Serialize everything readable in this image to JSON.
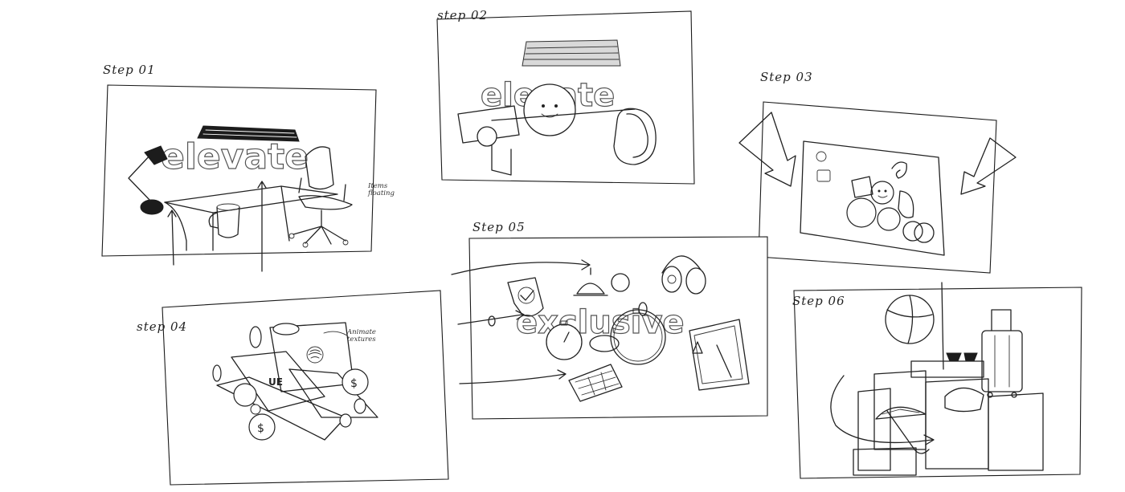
{
  "steps": [
    {
      "label": "Step 01",
      "word": "elevate",
      "note": "Items floating"
    },
    {
      "label": "step 02",
      "word": "elevate"
    },
    {
      "label": "Step 03"
    },
    {
      "label": "step 04",
      "note": "Animate textures"
    },
    {
      "label": "Step 05",
      "word": "exclusive"
    },
    {
      "label": "Step 06"
    }
  ],
  "colors": {
    "ink": "#222222",
    "paper": "#ffffff",
    "shade": "#d9d9d9"
  }
}
